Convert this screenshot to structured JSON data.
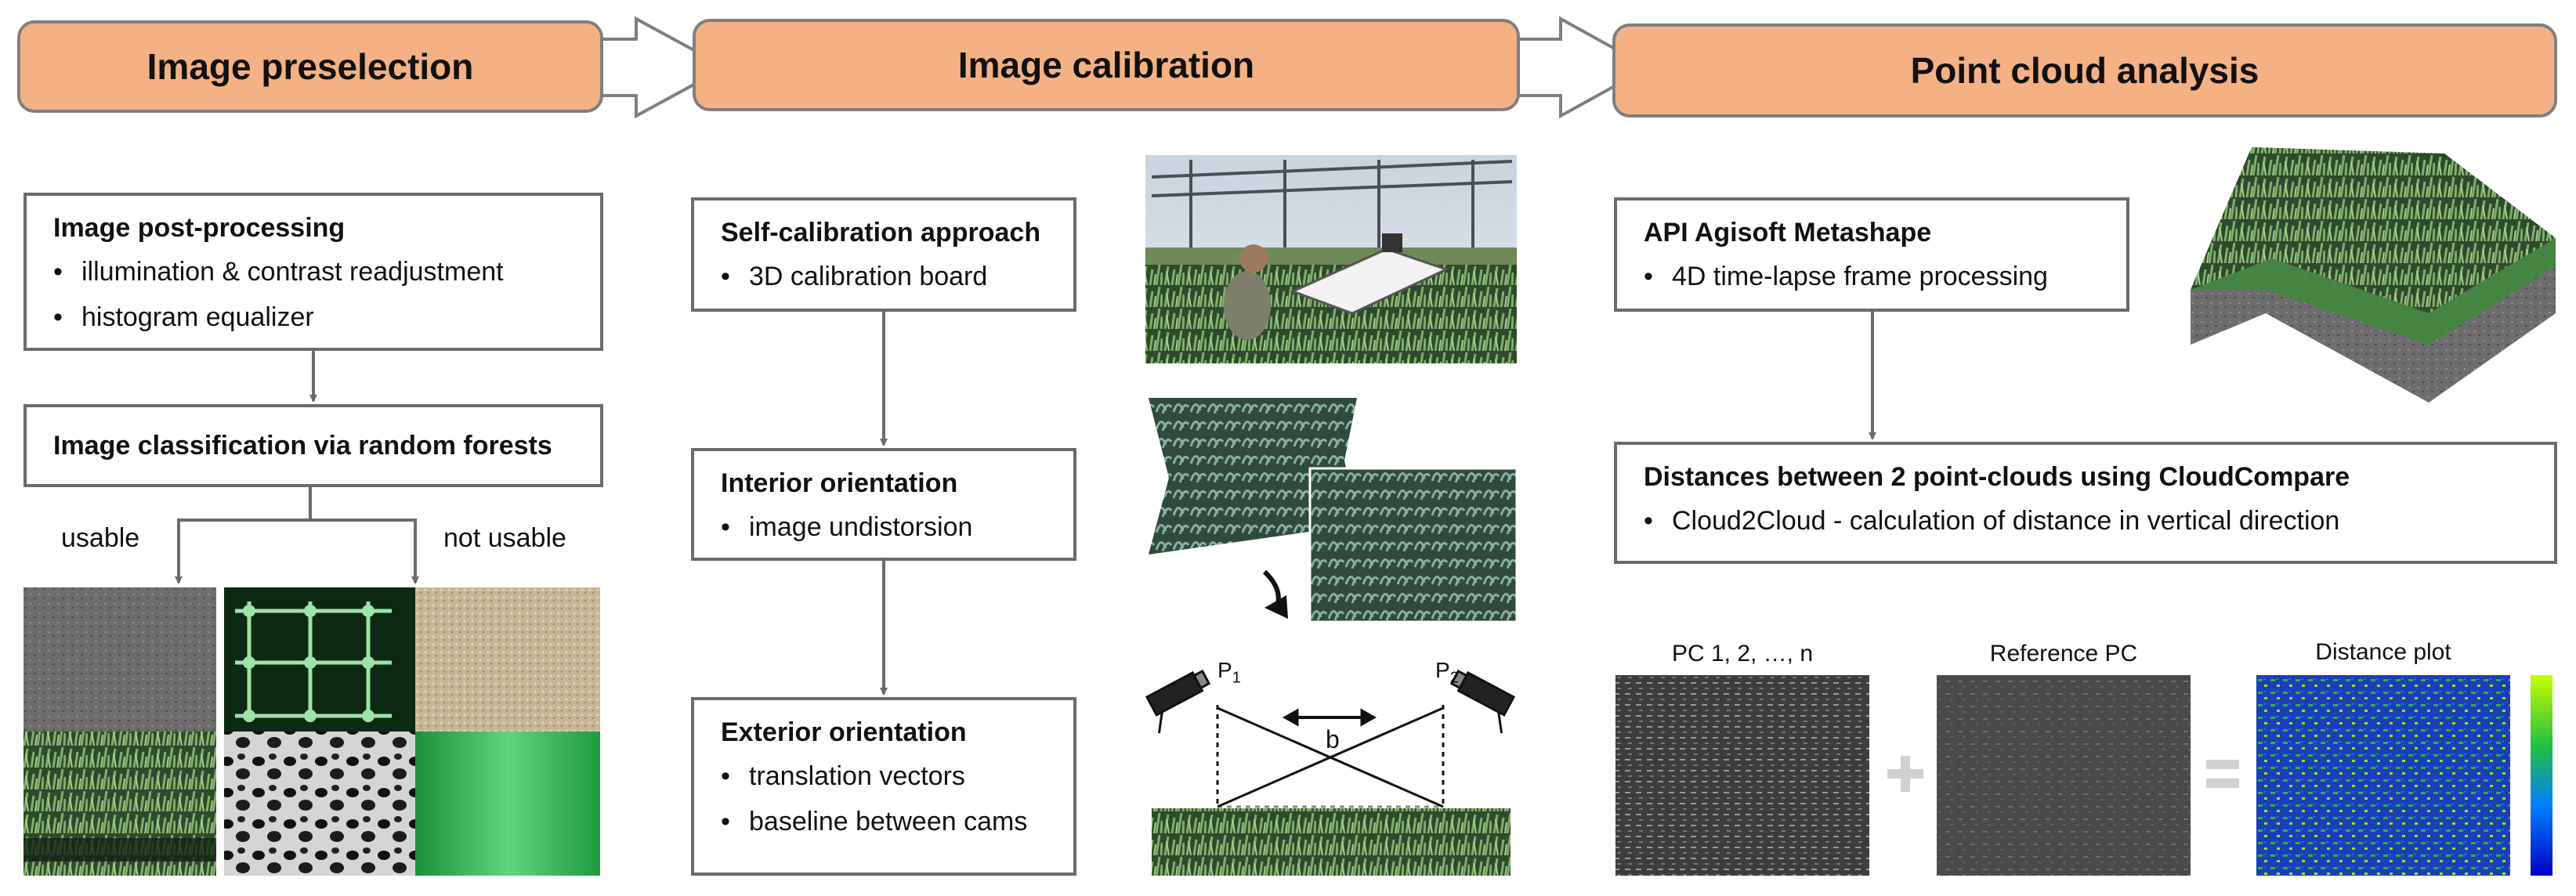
{
  "stages": {
    "preselection": "Image preselection",
    "calibration": "Image calibration",
    "analysis": "Point cloud analysis"
  },
  "preselection": {
    "post_processing": {
      "title": "Image post-processing",
      "items": [
        "illumination & contrast readjustment",
        "histogram equalizer"
      ]
    },
    "classification": {
      "title": "Image classification via random forests"
    },
    "usable_label": "usable",
    "not_usable_label": "not usable"
  },
  "calibration": {
    "self_calibration": {
      "title": "Self-calibration approach",
      "items": [
        "3D calibration board"
      ]
    },
    "interior": {
      "title": "Interior orientation",
      "items": [
        "image undistorsion"
      ]
    },
    "exterior": {
      "title": "Exterior orientation",
      "items": [
        "translation vectors",
        "baseline between cams"
      ]
    },
    "stereo": {
      "p1": "P",
      "p1_sub": "1",
      "p2": "P",
      "p2_sub": "2",
      "baseline": "b"
    }
  },
  "analysis": {
    "metashape": {
      "title": "API Agisoft Metashape",
      "items": [
        "4D time-lapse frame processing"
      ]
    },
    "cloudcompare": {
      "title": "Distances between 2 point-clouds using CloudCompare",
      "items": [
        "Cloud2Cloud - calculation of distance in vertical direction"
      ]
    },
    "pc_label": "PC 1, 2, …, n",
    "reference_label": "Reference PC",
    "distance_label": "Distance plot"
  },
  "colors": {
    "stage_fill": "#f4b183",
    "stage_border": "#7f7f7f",
    "box_border": "#6b6b6b",
    "arrow": "#6b6b6b"
  }
}
